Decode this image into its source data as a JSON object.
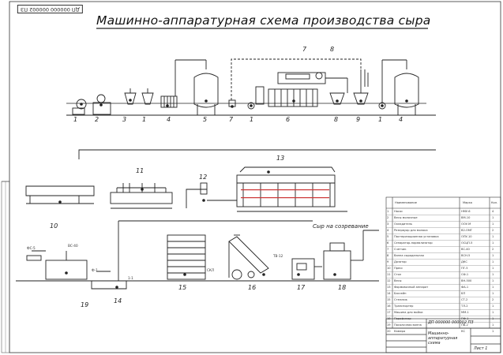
{
  "sheet": {
    "title": "Машинно-аппаратурная схема производства сыра",
    "stamp_code": "ДП 000000 000002 ПЗ",
    "ripening_note": "Сыр на созревание",
    "callouts": {
      "row1": [
        "1",
        "2",
        "3",
        "1",
        "4",
        "5",
        "7",
        "1",
        "6",
        "7",
        "8",
        "8",
        "9",
        "1",
        "4"
      ],
      "row2": [
        "13",
        "11",
        "12",
        "10"
      ],
      "row3": [
        "15",
        "16",
        "17",
        "18",
        "19",
        "14"
      ]
    },
    "spec_table": {
      "headers": [
        "Наименование",
        "Марка",
        "Кол."
      ],
      "rows": [
        [
          "1",
          "Насос",
          "НМУ-6",
          "4"
        ],
        [
          "2",
          "Весы молочные",
          "ВМ-10",
          "1"
        ],
        [
          "3",
          "Охладитель",
          "ООУ-М",
          "1"
        ],
        [
          "4",
          "Резервуар для молока",
          "В2-ОМГ",
          "2"
        ],
        [
          "5",
          "Пастеризационная установка",
          "ОПУ-10",
          "1"
        ],
        [
          "6",
          "Сепаратор-нормализатор",
          "ОСЦП-5",
          "1"
        ],
        [
          "7",
          "Счетчик",
          "ВС-40",
          "2"
        ],
        [
          "8",
          "Ванна сыродельная",
          "ВСН-5",
          "1"
        ],
        [
          "9",
          "Дозатор",
          "ДКС",
          "1"
        ],
        [
          "10",
          "Пресс",
          "ПГ-5",
          "1"
        ],
        [
          "11",
          "Стол",
          "СФ-1",
          "1"
        ],
        [
          "12",
          "Весы",
          "ВН-500",
          "1"
        ],
        [
          "13",
          "Формовочный аппарат",
          "ФА-1",
          "1"
        ],
        [
          "14",
          "Бассейн",
          "БП",
          "1"
        ],
        [
          "15",
          "Стеллаж",
          "СТ-2",
          "2"
        ],
        [
          "16",
          "Транспортер",
          "ТЛ-2",
          "1"
        ],
        [
          "17",
          "Машина для мойки",
          "ММ-1",
          "1"
        ],
        [
          "18",
          "Парафинер",
          "ПФ-1",
          "1"
        ],
        [
          "19",
          "Посолочная ванна",
          "ПВ-2",
          "1"
        ],
        [
          "20",
          "Камера",
          "КС",
          "1"
        ]
      ]
    },
    "title_block": {
      "code": "ДП 000000 000002 ПЗ",
      "name": "Машинно-аппаратурная схема",
      "sheet_label": "Лист 1"
    },
    "inline_labels": [
      "ФС-5",
      "ВС-40",
      "Ф-1",
      "1-1",
      "СКЛ",
      "ТВ-12"
    ]
  }
}
